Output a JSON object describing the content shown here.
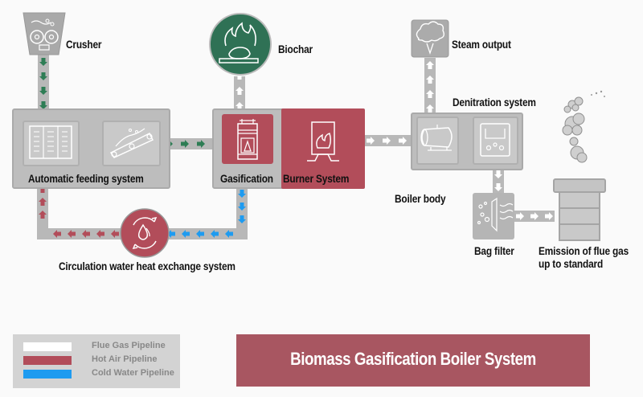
{
  "title": "Biomass Gasification Boiler System",
  "colors": {
    "flue_gas": "#ffffff",
    "hot_air": "#b24d5a",
    "cold_water": "#1e9bf0",
    "feed": "#2e7d55",
    "biochar": "#2f7155",
    "equipment": "#bdbdbd"
  },
  "nodes": {
    "crusher": "Crusher",
    "biochar": "Biochar",
    "steam_output": "Steam output",
    "denitration": "Denitration system",
    "automatic_feeding": "Automatic feeding system",
    "gasification": "Gasification",
    "burner": "Burner System",
    "boiler_body": "Boiler body",
    "circulation": "Circulation water heat exchange system",
    "bag_filter": "Bag filter",
    "emission_line1": "Emission of flue gas",
    "emission_line2": "up to standard"
  },
  "legend": [
    {
      "label": "Flue Gas Pipeline",
      "color": "#ffffff"
    },
    {
      "label": "Hot Air Pipeline",
      "color": "#b24d5a"
    },
    {
      "label": "Cold Water Pipeline",
      "color": "#1e9bf0"
    }
  ]
}
